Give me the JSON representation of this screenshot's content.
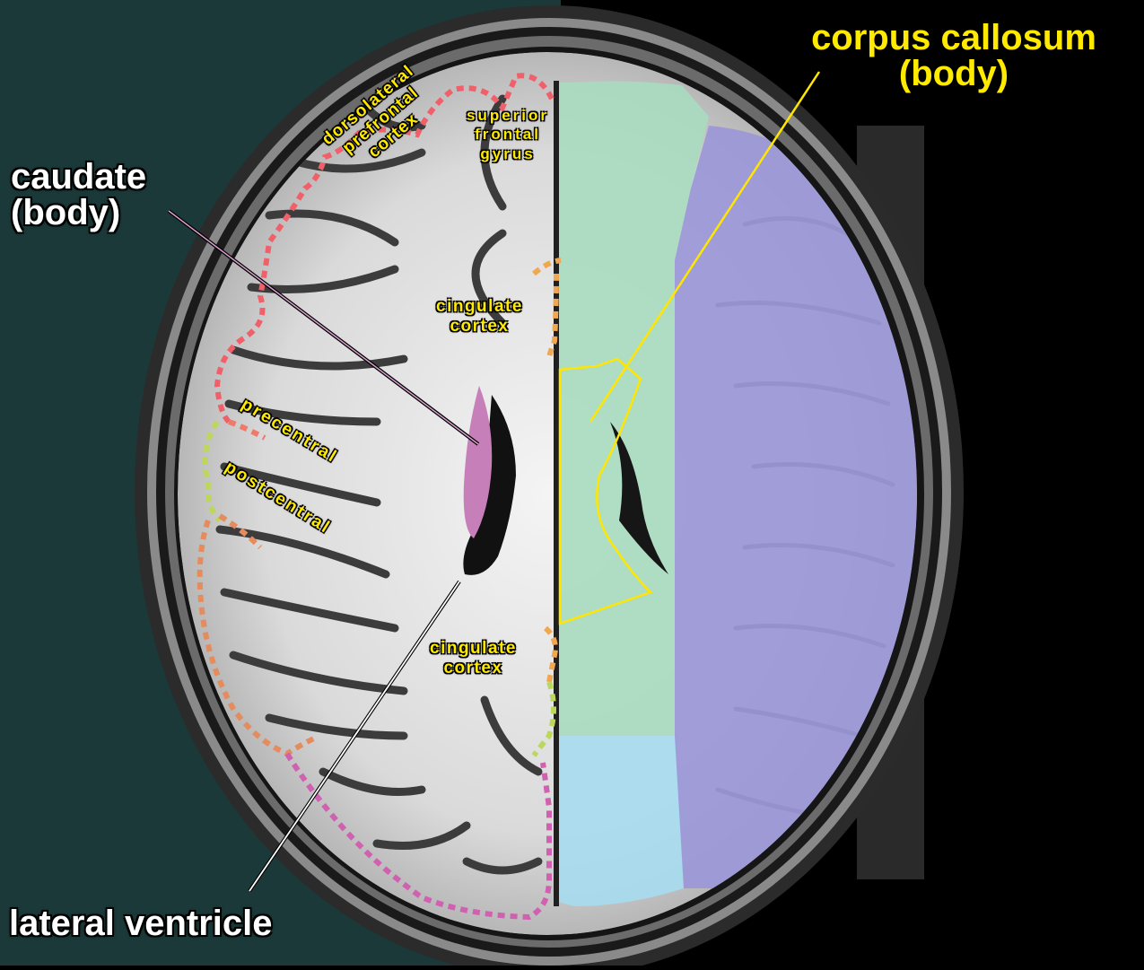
{
  "labels": {
    "caudate": [
      "caudate",
      "(body)"
    ],
    "lateral_ventricle": "lateral ventricle",
    "corpus_callosum": [
      "corpus callosum",
      "(body)"
    ],
    "superior_frontal_gyrus": [
      "superior",
      "frontal",
      "gyrus"
    ],
    "dlpfc": [
      "dorsolateral",
      "prefrontal",
      "cortex"
    ],
    "cingulate_upper": [
      "cingulate",
      "cortex"
    ],
    "cingulate_lower": [
      "cingulate",
      "cortex"
    ],
    "precentral": "precentral",
    "postcentral": "postcentral"
  },
  "colors": {
    "background_left": "#1c3939",
    "label_yellow": "#ffea00",
    "label_white": "#ffffff",
    "frontal_medial_green": "#a9dcc0",
    "parietal_blue": "#a6dcef",
    "hemisphere_purple": "#9b97d8",
    "caudate_pink": "#c77fba",
    "dlpfc_outline": "#f0606a",
    "precentral_outline": "#f07a6a",
    "postcentral_outline": "#bcd75c",
    "parietal_outline": "#e58c5e",
    "occipital_outline": "#d060b0",
    "cingulate_outline": "#f0a850",
    "corpus_callosum_outline": "#ffe600"
  }
}
